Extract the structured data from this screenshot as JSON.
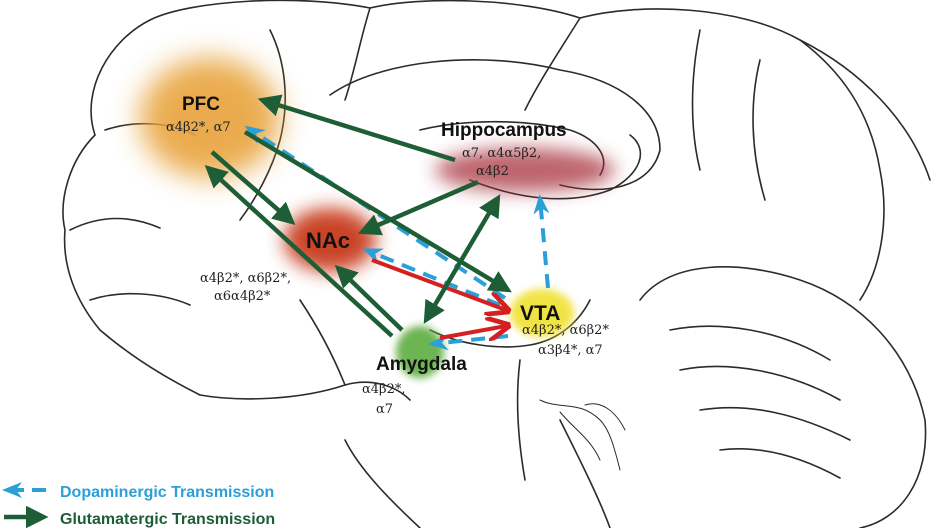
{
  "regions": {
    "pfc": {
      "label": "PFC",
      "subunits": [
        "α4β2*, α7"
      ]
    },
    "hippocampus": {
      "label": "Hippocampus",
      "subunits": [
        "α7, α4α5β2,",
        "α4β2"
      ]
    },
    "nac": {
      "label": "NAc",
      "subunits": [
        "α4β2*, α6β2*,",
        "α6α4β2*"
      ]
    },
    "vta": {
      "label": "VTA",
      "subunits": [
        "α4β2*, α6β2*",
        "α3β4*, α7"
      ]
    },
    "amygdala": {
      "label": "Amygdala",
      "subunits": [
        "α4β2*,",
        "α7"
      ]
    }
  },
  "legend": {
    "dopaminergic": "Dopaminergic Transmission",
    "glutamatergic": "Glutamatergic Transmission"
  },
  "colors": {
    "dopaminergic": "#2a9fd8",
    "glutamatergic": "#1e5e36",
    "gabaergic_red": "#d42020",
    "pfc": "#e8a33a",
    "hippocampus": "#a8323c",
    "nac": "#c83a1e",
    "vta": "#f0e23a",
    "amygdala": "#66b04a"
  }
}
